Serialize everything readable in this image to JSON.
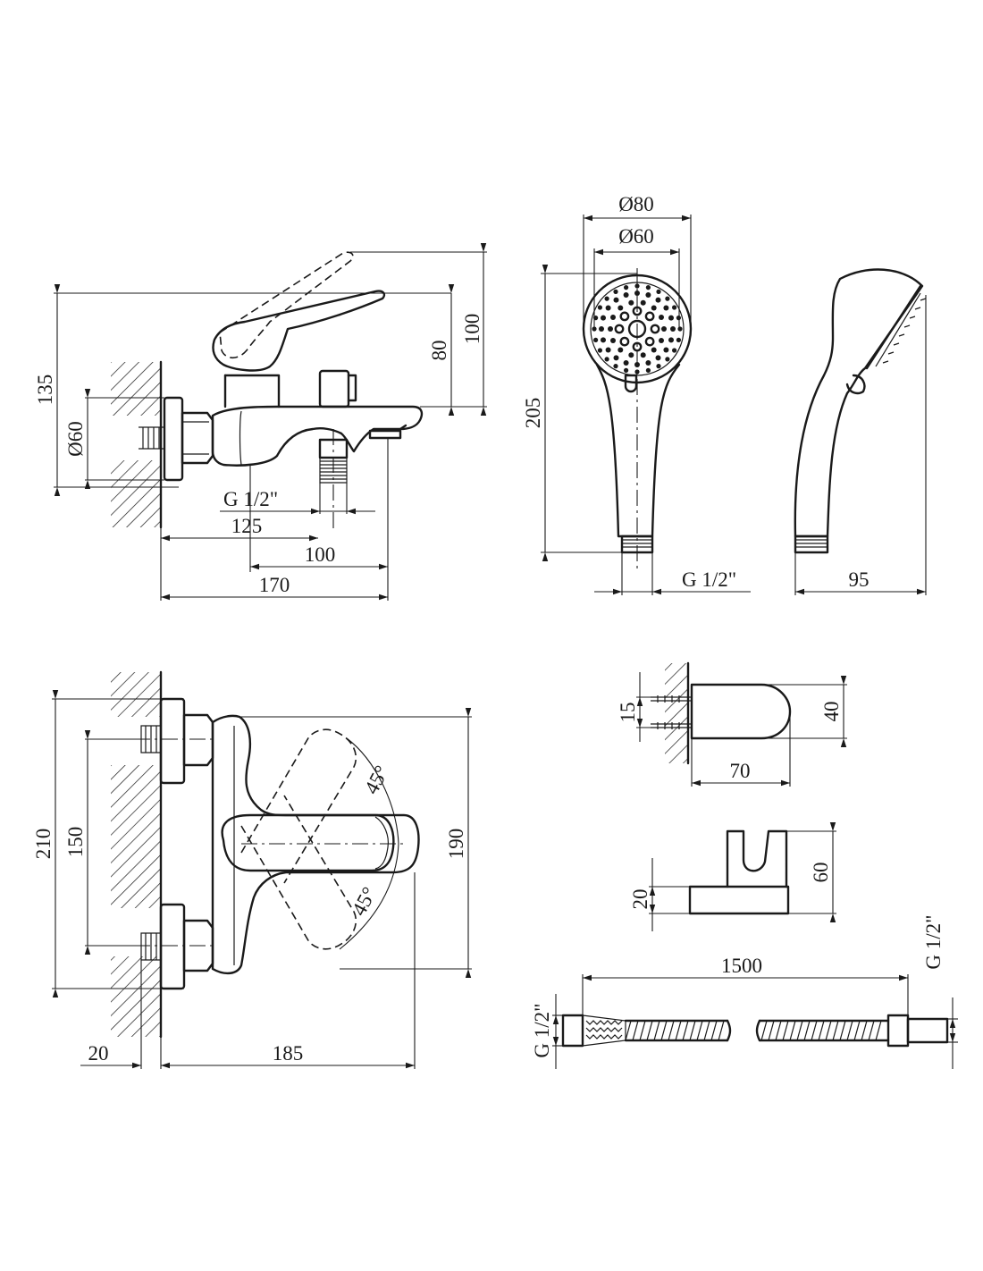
{
  "mixer_side_view": {
    "dims": {
      "height_total": "135",
      "height_lever": "100",
      "height_body": "80",
      "wall_flange": "Ø60",
      "outlet_thread": "G 1/2\"",
      "reach_outlet": "125",
      "reach_center": "100",
      "reach_total": "170"
    }
  },
  "hand_shower": {
    "dims": {
      "head_outer": "Ø80",
      "head_inner": "Ø60",
      "length": "205",
      "thread": "G 1/2\"",
      "depth": "95"
    }
  },
  "mixer_top_view": {
    "dims": {
      "height_total": "210",
      "inlet_spacing": "150",
      "width": "190",
      "angle_up": "45°",
      "angle_down": "45°",
      "wall_offset": "20",
      "depth": "185"
    }
  },
  "wall_holder": {
    "dims": {
      "fixing": "15",
      "height": "40",
      "length": "70",
      "holder_height": "60",
      "base_height": "20"
    }
  },
  "hose": {
    "dims": {
      "length": "1500",
      "thread_left": "G 1/2\"",
      "thread_right": "G 1/2\""
    }
  }
}
